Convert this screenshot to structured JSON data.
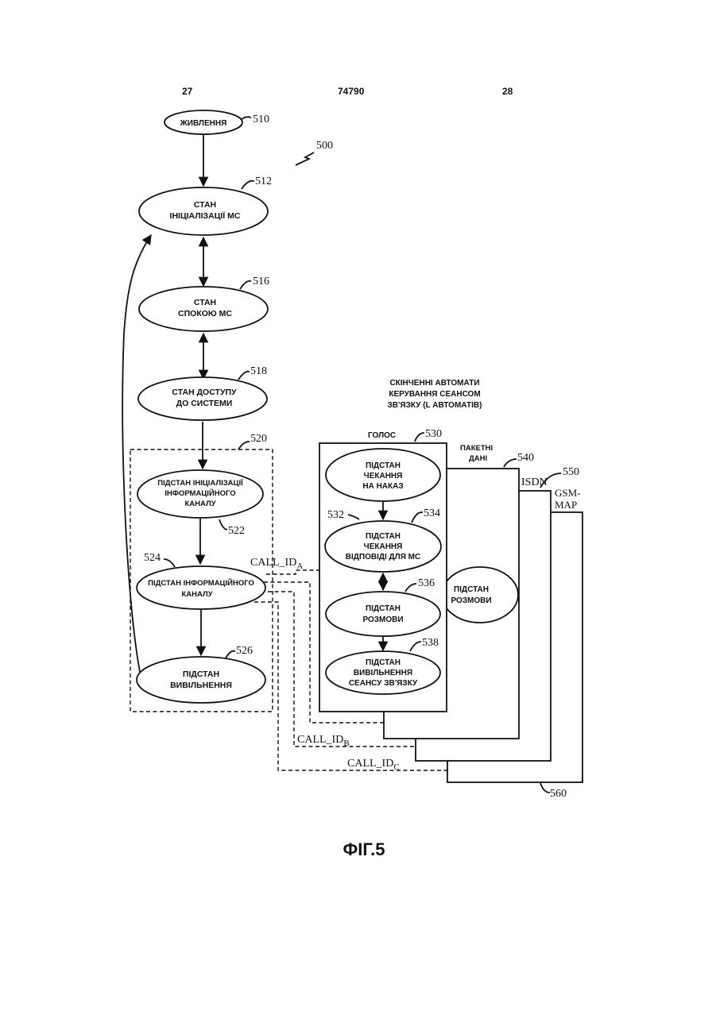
{
  "header": {
    "page_left": "27",
    "doc_number": "74790",
    "page_right": "28"
  },
  "figure_ref": "500",
  "caption": "ФІГ.5",
  "states": {
    "power": {
      "label": "ЖИВЛЕННЯ",
      "ref": "510"
    },
    "init": {
      "line1": "СТАН",
      "line2": "ІНІЦІАЛІЗАЦІЇ МС",
      "ref": "512"
    },
    "idle": {
      "line1": "СТАН",
      "line2": "СПОКОЮ МС",
      "ref": "516"
    },
    "access": {
      "line1": "СТАН ДОСТУПУ",
      "line2": "ДО СИСТЕМИ",
      "ref": "518"
    },
    "traffic_group_ref": "520",
    "traffic_init": {
      "line1": "ПІДСТАН ІНІЦІАЛІЗАЦІЇ",
      "line2": "ІНФОРМАЦІЙНОГО",
      "line3": "КАНАЛУ",
      "ref": "522"
    },
    "traffic": {
      "line1": "ПІДСТАН ІНФОРМАЦІЙНОГО",
      "line2": "КАНАЛУ",
      "ref": "524"
    },
    "release": {
      "line1": "ПІДСТАН",
      "line2": "ВИВІЛЬНЕННЯ",
      "ref": "526"
    }
  },
  "session": {
    "title1": "СКІНЧЕННІ АВТОМАТИ",
    "title2": "КЕРУВАННЯ СЕАНСОМ",
    "title3": "ЗВ'ЯЗКУ (L АВТОМАТІВ)",
    "voice": {
      "label": "ГОЛОС",
      "ref": "530"
    },
    "packet": {
      "line1": "ПАКЕТНІ",
      "line2": "ДАНІ",
      "ref": "540"
    },
    "isdn": {
      "label": "ISDN",
      "ref": "550"
    },
    "gsm": {
      "line1": "GSM-",
      "line2": "MAP"
    },
    "stack_ref": "560",
    "waiting_order": {
      "line1": "ПІДСТАН",
      "line2": "ЧЕКАННЯ",
      "line3": "НА НАКАЗ",
      "ref": "532"
    },
    "waiting_answer": {
      "line1": "ПІДСТАН",
      "line2": "ЧЕКАННЯ",
      "line3": "ВІДПОВІДІ ДЛЯ МС",
      "ref": "534"
    },
    "conversation": {
      "line1": "ПІДСТАН",
      "line2": "РОЗМОВИ",
      "ref": "536"
    },
    "release": {
      "line1": "ПІДСТАН",
      "line2": "ВИВІЛЬНЕННЯ",
      "line3": "СЕАНСУ ЗВ'ЯЗКУ",
      "ref": "538"
    },
    "back_conversation": {
      "line1": "ПІДСТАН",
      "line2": "РОЗМОВИ"
    }
  },
  "call_ids": {
    "a": {
      "base": "CALL_ID",
      "sub": "A"
    },
    "b": {
      "base": "CALL_ID",
      "sub": "B"
    },
    "c": {
      "base": "CALL_ID",
      "sub": "C"
    }
  }
}
